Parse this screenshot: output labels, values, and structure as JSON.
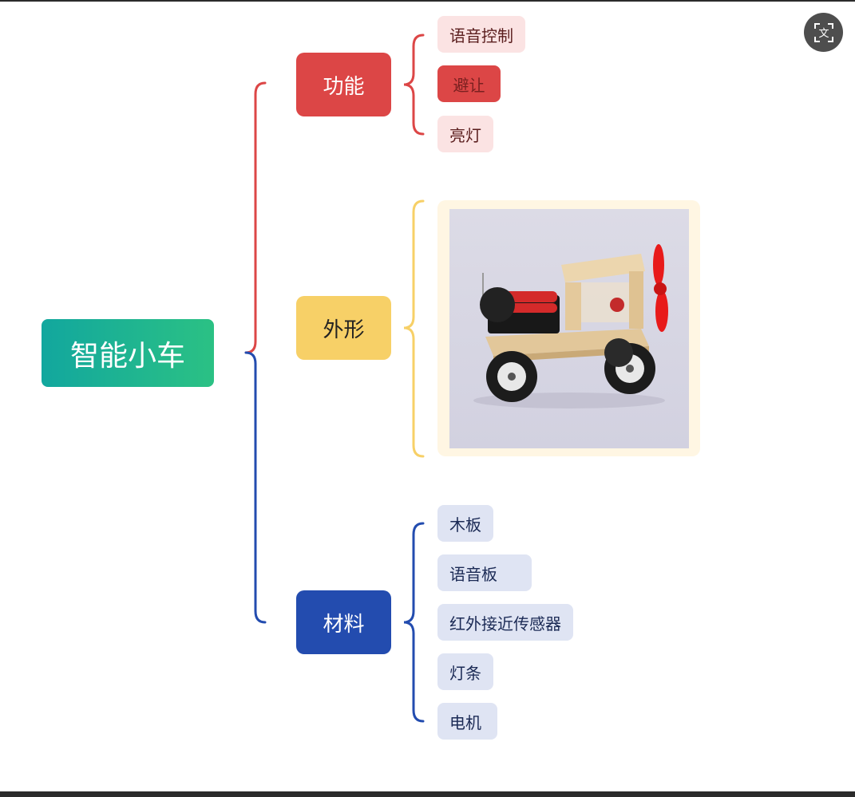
{
  "root": {
    "label": "智能小车"
  },
  "branches": [
    {
      "label": "功能",
      "color": "#dc4646",
      "children": [
        "语音控制",
        "避让",
        "亮灯"
      ]
    },
    {
      "label": "外形",
      "color": "#f7d067",
      "image": "toy-car-photo"
    },
    {
      "label": "材料",
      "color": "#234caf",
      "children": [
        "木板",
        "语音板",
        "红外接近传感器",
        "灯条",
        "电机"
      ]
    }
  ],
  "toolbar": {
    "translate_icon": "translate-icon",
    "translate_glyph": "文"
  }
}
